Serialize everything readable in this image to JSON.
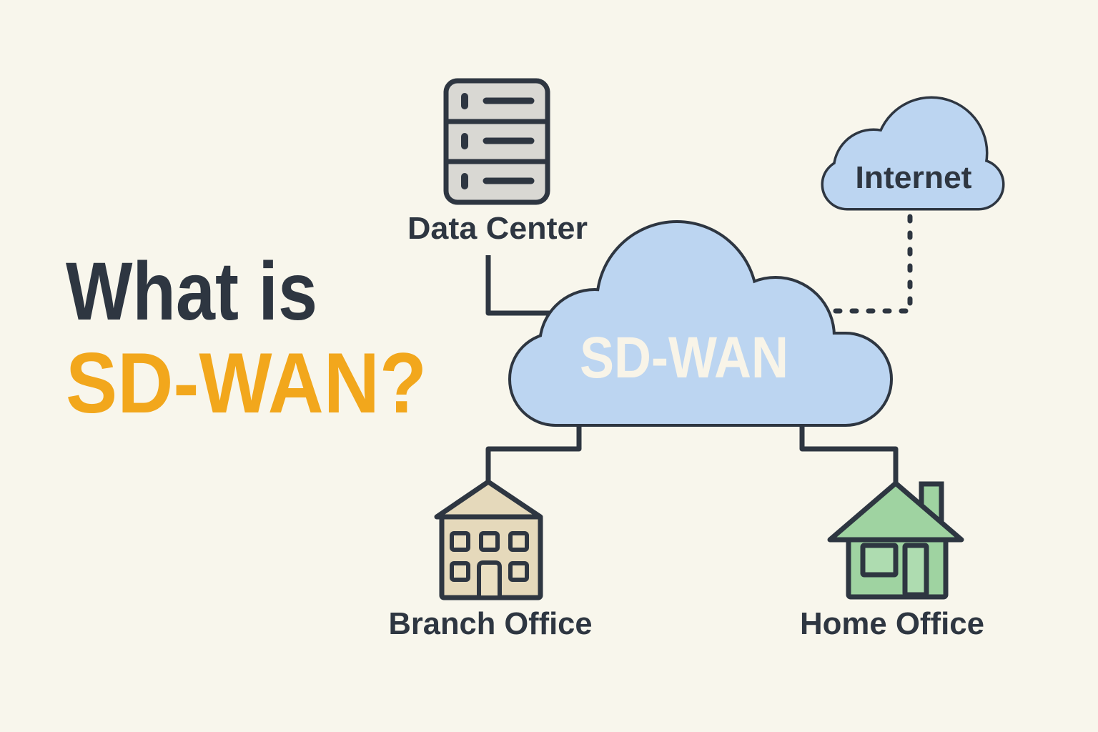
{
  "page": {
    "background": "#f8f6ec",
    "stroke_color": "#2e3641"
  },
  "title": {
    "line1": "What is",
    "line2": "SD-WAN?",
    "line1_color": "#2e3641",
    "line2_color": "#f2a71c"
  },
  "nodes": {
    "sdwan": {
      "label": "SD-WAN",
      "type": "cloud",
      "fill": "#bcd5f1",
      "label_color": "#f8f4e8"
    },
    "internet": {
      "label": "Internet",
      "type": "cloud",
      "fill": "#bcd5f1",
      "label_color": "#2e3641"
    },
    "data_center": {
      "label": "Data Center",
      "type": "server-rack",
      "fill": "#d9d8d3"
    },
    "branch_office": {
      "label": "Branch Office",
      "type": "office-building",
      "fill": "#e5d9bb"
    },
    "home_office": {
      "label": "Home Office",
      "type": "house",
      "fill": "#9fd3a1"
    }
  },
  "edges": [
    {
      "from": "data_center",
      "to": "sdwan",
      "style": "solid"
    },
    {
      "from": "sdwan",
      "to": "branch_office",
      "style": "solid"
    },
    {
      "from": "sdwan",
      "to": "home_office",
      "style": "solid"
    },
    {
      "from": "internet",
      "to": "sdwan",
      "style": "dashed"
    }
  ]
}
